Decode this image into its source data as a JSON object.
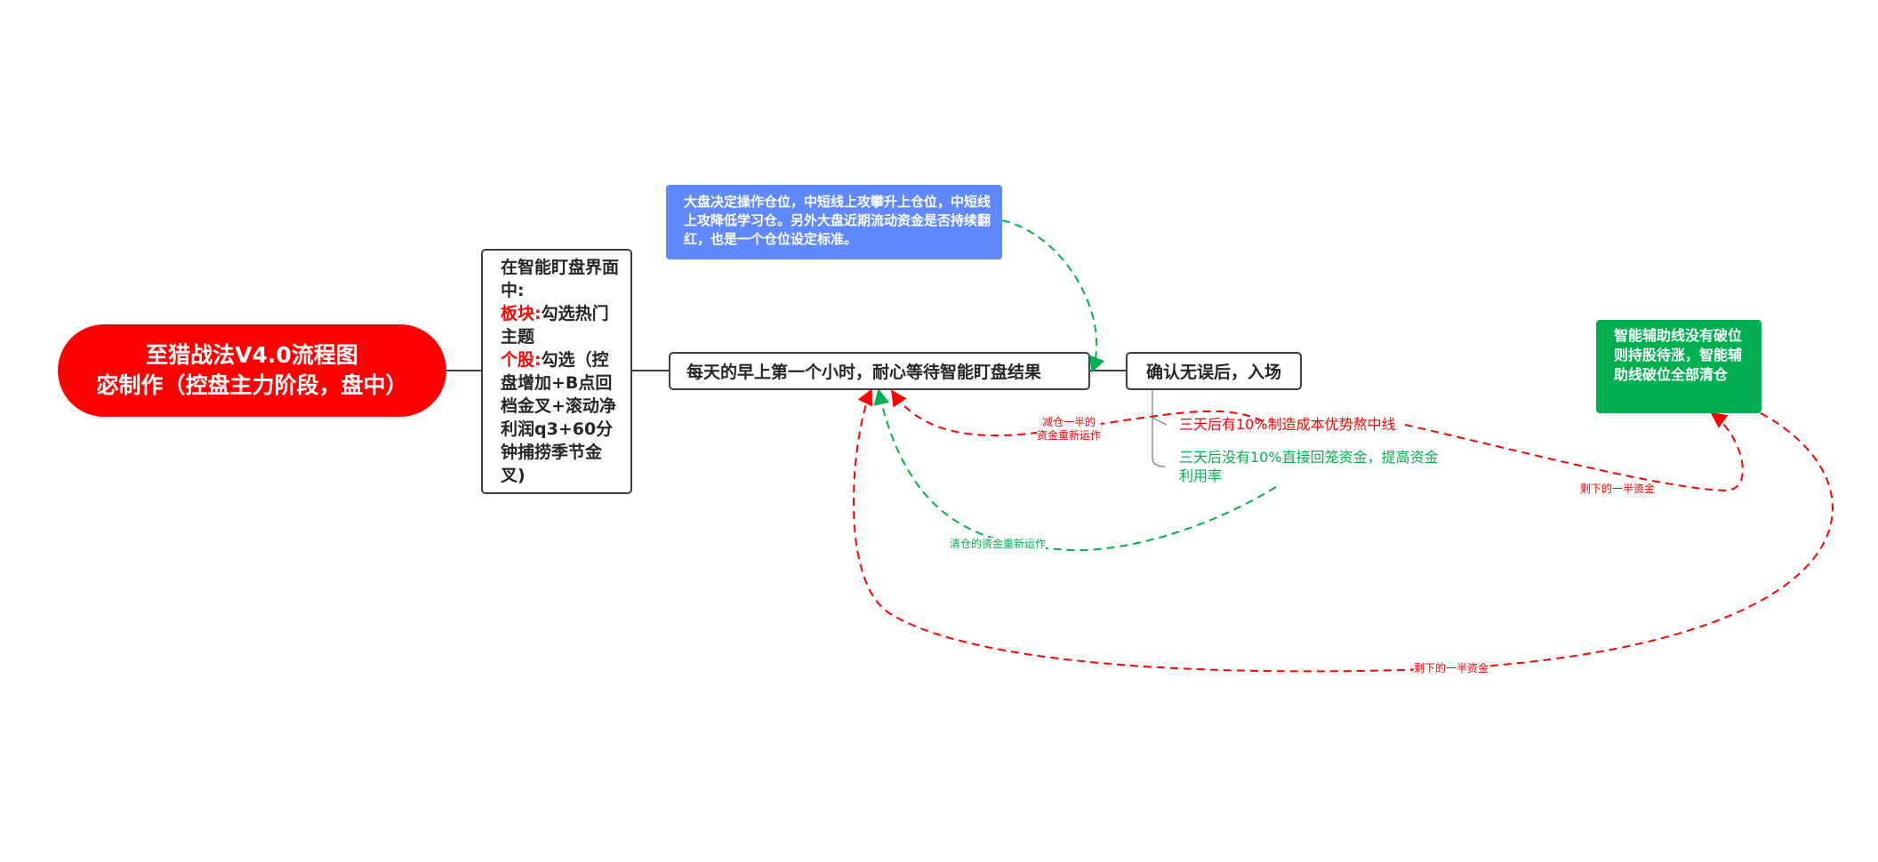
{
  "root": {
    "line1": "至猎战法V4.0流程图",
    "line2": "宓制作（控盘主力阶段，盘中）"
  },
  "intro": {
    "heading": "在智能盯盘界面中:",
    "sector_label": "板块:",
    "sector_text": "勾选热门主题",
    "stock_label": "个股:",
    "stock_text": "勾选（控盘增加+B点回档金叉+滚动净利润q3+60分钟捕捞季节金叉)"
  },
  "main_step": "每天的早上第一个小时，耐心等待智能盯盘结果",
  "confirm_step": "确认无误后，入场",
  "blue_note": "大盘决定操作仓位，中短线上攻攀升上仓位，中短线上攻降低学习仓。另外大盘近期流动资金是否持续翻红，也是一个仓位设定标准。",
  "green_note": "智能辅助线没有破位则持股待涨，智能辅助线破位全部清仓",
  "branches": {
    "red": "三天后有10%制造成本优势熬中线",
    "green": "三天后没有10%直接回笼资金，提高资金利用率"
  },
  "edge_labels": {
    "reduce_half_line1": "减仓一半的",
    "reduce_half_line2": "资金重新运作",
    "clear_reinvest": "清仓的资金重新运作",
    "remaining_half_upper": "剩下的一半资金",
    "remaining_half_lower": "剩下的一半资金"
  },
  "colors": {
    "root": "#ff0000",
    "accent_red": "#ff0000",
    "accent_green": "#00b050",
    "blue_note": "#6088ff",
    "border": "#404040"
  }
}
